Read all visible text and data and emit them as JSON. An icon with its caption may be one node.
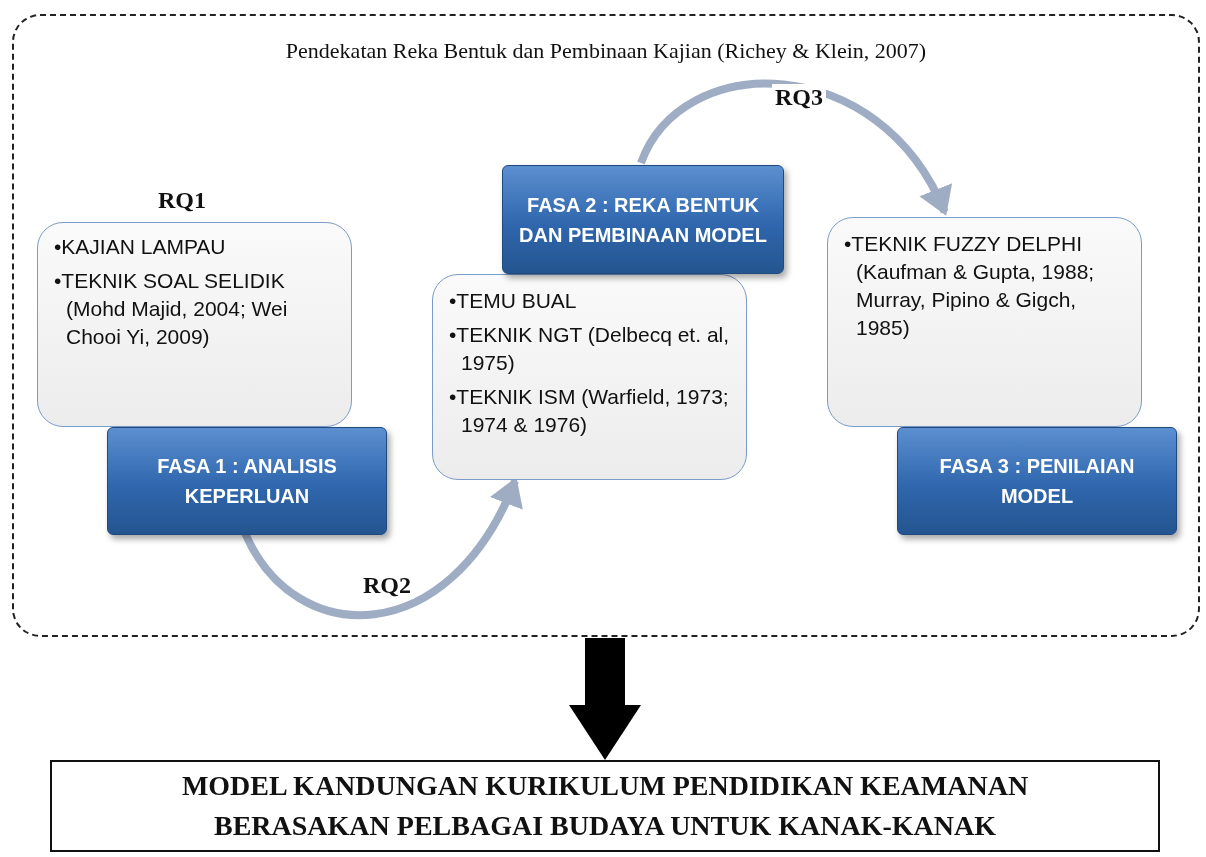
{
  "diagram": {
    "nodes": [
      {
        "text": [
          "Pendekatan Reka Bentuk dan Pembinaan Kajian (Richey & Klein, 2007)"
        ]
      },
      {
        "text": [
          "•KAJIAN LAMPAU",
          "•TEKNIK SOAL SELIDIK (Mohd Majid, 2004; Wei Chooi Yi, 2009)"
        ],
        "in": 0,
        "beside": [
          "RQ1"
        ]
      },
      {
        "text": [
          "FASA 1 : ANALISIS KEPERLUAN"
        ],
        "in": 0
      },
      {
        "text": [
          "•TEMU BUAL",
          "•TEKNIK NGT (Delbecq et. al, 1975)",
          "•TEKNIK ISM (Warfield, 1973; 1974 & 1976)"
        ],
        "in": 0
      },
      {
        "text": [
          "FASA 2 : REKA BENTUK DAN PEMBINAAN MODEL"
        ],
        "in": 0
      },
      {
        "text": [
          "•TEKNIK FUZZY DELPHI (Kaufman & Gupta, 1988; Murray, Pipino & Gigch, 1985)"
        ],
        "in": 0
      },
      {
        "text": [
          "FASA 3 : PENILAIAN MODEL"
        ],
        "in": 0
      },
      {
        "text": [
          "MODEL KANDUNGAN KURIKULUM PENDIDIKAN KEAMANAN BERASAKAN PELBAGAI BUDAYA UNTUK KANAK-KANAK"
        ]
      }
    ],
    "edges": [
      {
        "from": 2,
        "to": 3,
        "arrow": "to",
        "label": "RQ2"
      },
      {
        "from": 4,
        "to": 5,
        "arrow": "to",
        "label": "RQ3"
      },
      {
        "from": 0,
        "to": 7,
        "arrow": "to",
        "style": "thick",
        "color": "#000000"
      }
    ]
  }
}
